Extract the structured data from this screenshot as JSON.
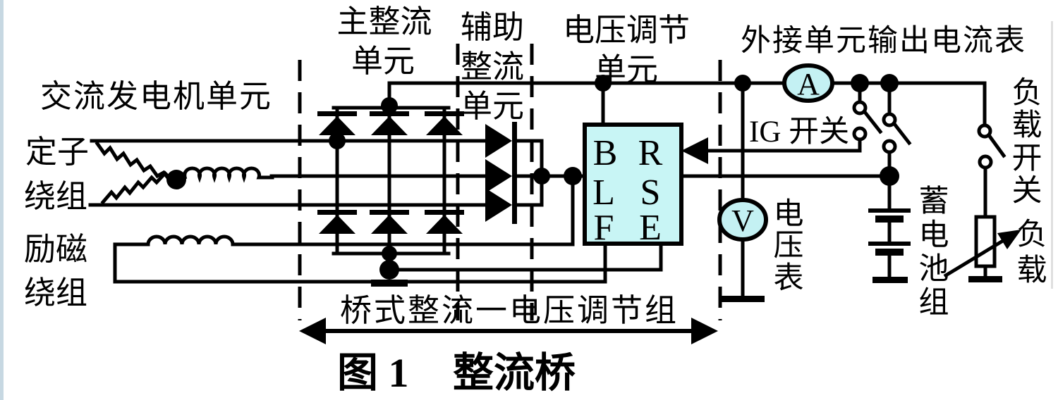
{
  "title": {
    "figure": "图 1",
    "name": "整流桥"
  },
  "colors": {
    "wire": "#000000",
    "meter_fill": "#c4f1f3",
    "regulator_fill": "#c8f5f5",
    "paper": "#ffffff"
  },
  "section_labels": {
    "generator": "交流发电机单元",
    "main_rectifier": {
      "l1": "主整流",
      "l2": "单元"
    },
    "aux_rectifier": {
      "l1": "辅助",
      "l2": "整流",
      "l3": "单元"
    },
    "voltage_regulator": {
      "l1": "电压调节",
      "l2": "单元"
    },
    "external_ammeter": "外接单元输出电流表",
    "bridge_group": "桥式整流一电压调节组"
  },
  "component_labels": {
    "stator": {
      "l1": "定子",
      "l2": "绕组"
    },
    "field": {
      "l1": "励磁",
      "l2": "绕组"
    },
    "ig_switch": "IG 开关",
    "voltmeter": "电压表",
    "battery": "蓄电池组",
    "load_switch": "负载开关",
    "load": "负载"
  },
  "meters": {
    "ammeter": "A",
    "voltmeter": "V"
  },
  "regulator_terminals": {
    "b": "B",
    "r": "R",
    "l": "L",
    "s": "S",
    "f": "F",
    "e": "E"
  }
}
